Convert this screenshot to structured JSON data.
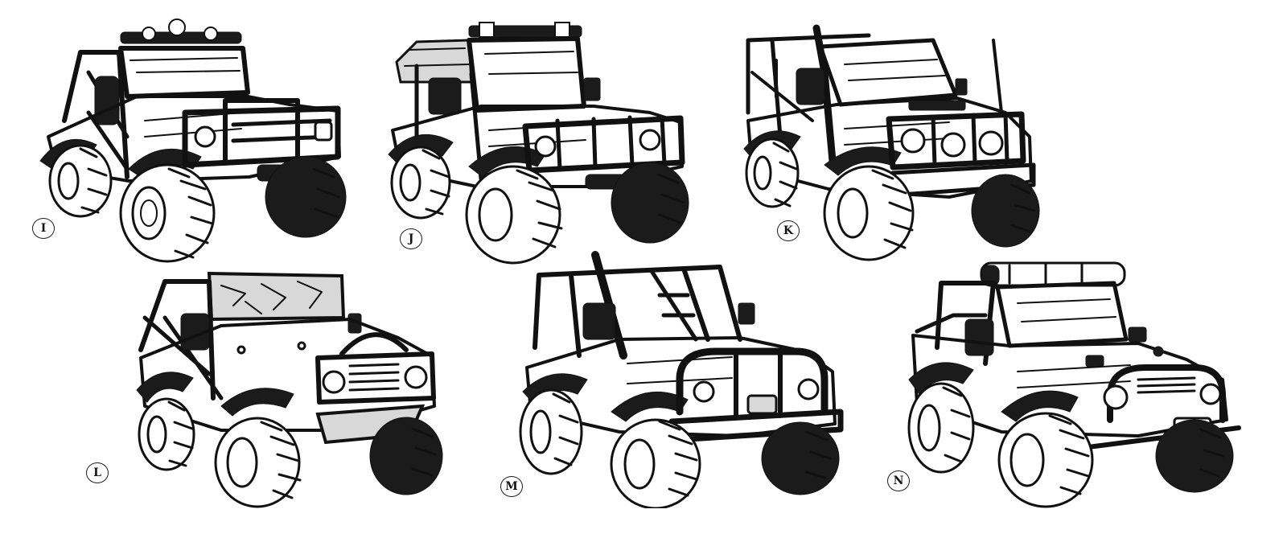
{
  "sheet": {
    "background": "#ffffff",
    "ink_color": "#111111"
  },
  "vehicles": [
    {
      "id": "I",
      "label": "I",
      "style": "open cab, light pod roof, tube bumper"
    },
    {
      "id": "J",
      "label": "J",
      "style": "soft top, roof lights, cage bumper"
    },
    {
      "id": "K",
      "label": "K",
      "style": "roll cage, snorkel, antenna, light bar"
    },
    {
      "id": "L",
      "label": "L",
      "style": "camo windshield, roll cage, skid plate"
    },
    {
      "id": "M",
      "label": "M",
      "style": "full roll cage, exhaust stack, hoop bumper"
    },
    {
      "id": "N",
      "label": "N",
      "style": "roof rack, bull bar, spotlights"
    }
  ]
}
